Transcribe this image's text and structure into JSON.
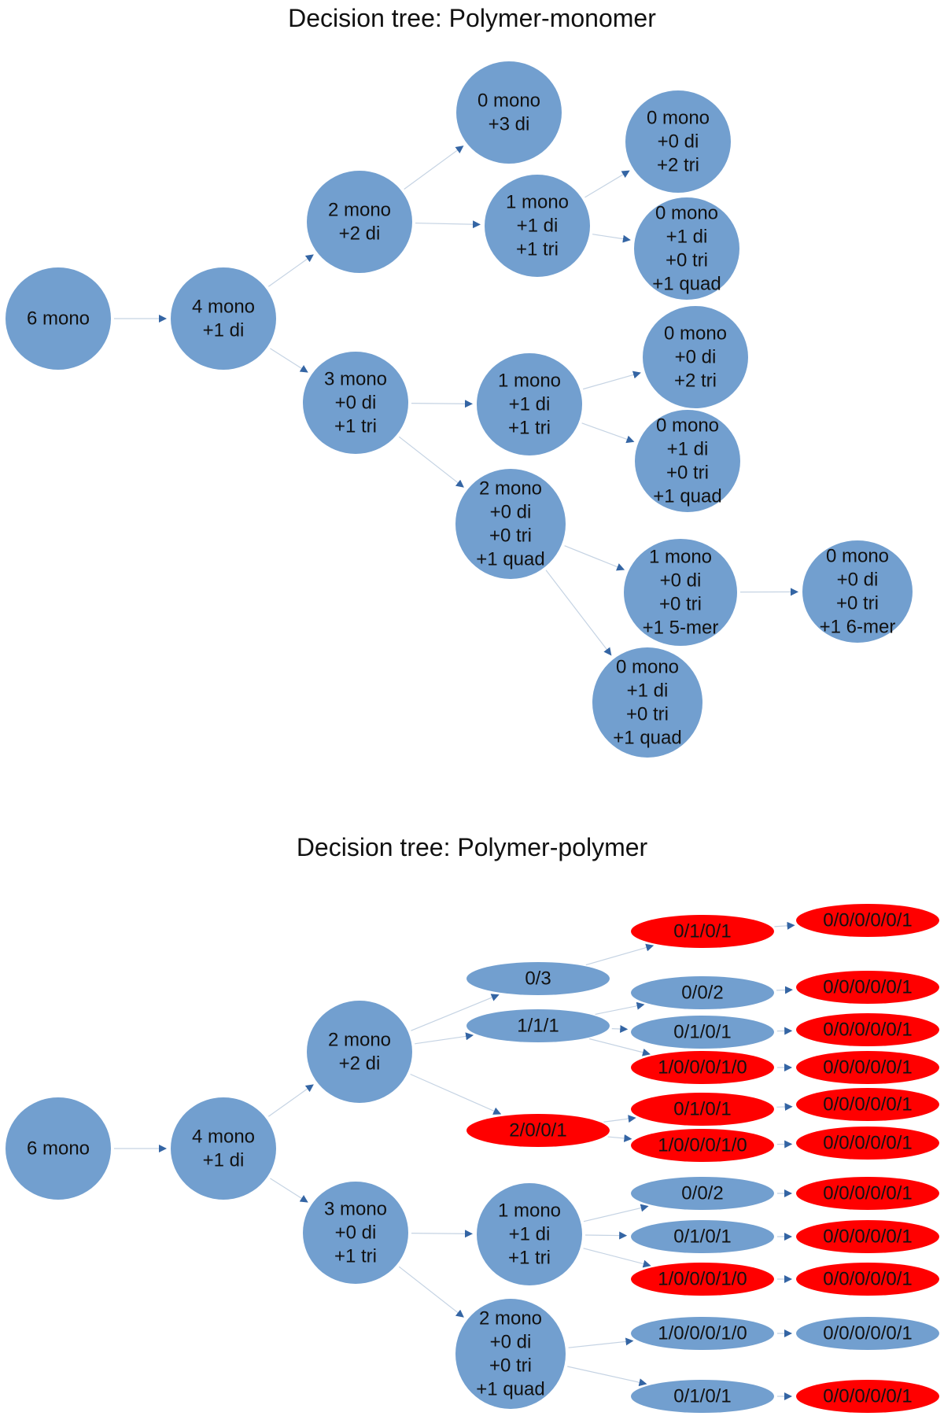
{
  "colors": {
    "node_blue": "#729fcf",
    "node_red": "#ff0000",
    "edge": "#c5d3e3",
    "arrow": "#3465a4",
    "text": "#111111"
  },
  "trees": [
    {
      "title": "Decision tree: Polymer-monomer",
      "nodes": [
        {
          "id": "a1",
          "lines": [
            "6 mono"
          ],
          "color": "blue"
        },
        {
          "id": "a2",
          "lines": [
            "4 mono",
            "+1 di"
          ],
          "color": "blue"
        },
        {
          "id": "a3",
          "lines": [
            "2 mono",
            "+2 di"
          ],
          "color": "blue"
        },
        {
          "id": "a4",
          "lines": [
            "3 mono",
            "+0 di",
            "+1 tri"
          ],
          "color": "blue"
        },
        {
          "id": "a5",
          "lines": [
            "0 mono",
            "+3 di"
          ],
          "color": "blue"
        },
        {
          "id": "a6",
          "lines": [
            "1 mono",
            "+1 di",
            "+1 tri"
          ],
          "color": "blue"
        },
        {
          "id": "a7",
          "lines": [
            "0 mono",
            "+0 di",
            "+2 tri"
          ],
          "color": "blue"
        },
        {
          "id": "a8",
          "lines": [
            "0 mono",
            "+1 di",
            "+0 tri",
            "+1 quad"
          ],
          "color": "blue"
        },
        {
          "id": "a9",
          "lines": [
            "1 mono",
            "+1 di",
            "+1 tri"
          ],
          "color": "blue"
        },
        {
          "id": "a10",
          "lines": [
            "0 mono",
            "+0 di",
            "+2 tri"
          ],
          "color": "blue"
        },
        {
          "id": "a11",
          "lines": [
            "0 mono",
            "+1 di",
            "+0 tri",
            "+1 quad"
          ],
          "color": "blue"
        },
        {
          "id": "a12",
          "lines": [
            "2 mono",
            "+0 di",
            "+0 tri",
            "+1 quad"
          ],
          "color": "blue"
        },
        {
          "id": "a13",
          "lines": [
            "1 mono",
            "+0 di",
            "+0 tri",
            "+1 5-mer"
          ],
          "color": "blue"
        },
        {
          "id": "a14",
          "lines": [
            "0 mono",
            "+0 di",
            "+0 tri",
            "+1 6-mer"
          ],
          "color": "blue"
        },
        {
          "id": "a15",
          "lines": [
            "0 mono",
            "+1 di",
            "+0 tri",
            "+1 quad"
          ],
          "color": "blue"
        }
      ],
      "edges": [
        [
          "a1",
          "a2"
        ],
        [
          "a2",
          "a3"
        ],
        [
          "a2",
          "a4"
        ],
        [
          "a3",
          "a5"
        ],
        [
          "a3",
          "a6"
        ],
        [
          "a6",
          "a7"
        ],
        [
          "a6",
          "a8"
        ],
        [
          "a4",
          "a9"
        ],
        [
          "a4",
          "a12"
        ],
        [
          "a9",
          "a10"
        ],
        [
          "a9",
          "a11"
        ],
        [
          "a12",
          "a13"
        ],
        [
          "a12",
          "a15"
        ],
        [
          "a13",
          "a14"
        ]
      ]
    },
    {
      "title": "Decision tree: Polymer-polymer",
      "nodes": [
        {
          "id": "b1",
          "lines": [
            "6 mono"
          ],
          "color": "blue"
        },
        {
          "id": "b2",
          "lines": [
            "4 mono",
            "+1 di"
          ],
          "color": "blue"
        },
        {
          "id": "b3",
          "lines": [
            "2 mono",
            "+2 di"
          ],
          "color": "blue"
        },
        {
          "id": "b4",
          "lines": [
            "3 mono",
            "+0 di",
            "+1 tri"
          ],
          "color": "blue"
        },
        {
          "id": "b5",
          "lines": [
            "0/3"
          ],
          "color": "blue"
        },
        {
          "id": "b6",
          "lines": [
            "1/1/1"
          ],
          "color": "blue"
        },
        {
          "id": "b7",
          "lines": [
            "2/0/0/1"
          ],
          "color": "red"
        },
        {
          "id": "b8",
          "lines": [
            "0/1/0/1"
          ],
          "color": "red"
        },
        {
          "id": "b9",
          "lines": [
            "0/0/2"
          ],
          "color": "blue"
        },
        {
          "id": "b10",
          "lines": [
            "0/1/0/1"
          ],
          "color": "blue"
        },
        {
          "id": "b11",
          "lines": [
            "1/0/0/0/1/0"
          ],
          "color": "red"
        },
        {
          "id": "b12",
          "lines": [
            "0/1/0/1"
          ],
          "color": "red"
        },
        {
          "id": "b13",
          "lines": [
            "1/0/0/0/1/0"
          ],
          "color": "red"
        },
        {
          "id": "b14",
          "lines": [
            "0/0/0/0/0/1"
          ],
          "color": "red"
        },
        {
          "id": "b15",
          "lines": [
            "0/0/0/0/0/1"
          ],
          "color": "red"
        },
        {
          "id": "b16",
          "lines": [
            "0/0/0/0/0/1"
          ],
          "color": "red"
        },
        {
          "id": "b17",
          "lines": [
            "0/0/0/0/0/1"
          ],
          "color": "red"
        },
        {
          "id": "b18",
          "lines": [
            "0/0/0/0/0/1"
          ],
          "color": "red"
        },
        {
          "id": "b19",
          "lines": [
            "0/0/0/0/0/1"
          ],
          "color": "red"
        },
        {
          "id": "b20",
          "lines": [
            "1 mono",
            "+1 di",
            "+1 tri"
          ],
          "color": "blue"
        },
        {
          "id": "b21",
          "lines": [
            "2 mono",
            "+0 di",
            "+0 tri",
            "+1 quad"
          ],
          "color": "blue"
        },
        {
          "id": "b22",
          "lines": [
            "0/0/2"
          ],
          "color": "blue"
        },
        {
          "id": "b23",
          "lines": [
            "0/1/0/1"
          ],
          "color": "blue"
        },
        {
          "id": "b24",
          "lines": [
            "1/0/0/0/1/0"
          ],
          "color": "red"
        },
        {
          "id": "b25",
          "lines": [
            "0/0/0/0/0/1"
          ],
          "color": "red"
        },
        {
          "id": "b26",
          "lines": [
            "0/0/0/0/0/1"
          ],
          "color": "red"
        },
        {
          "id": "b27",
          "lines": [
            "0/0/0/0/0/1"
          ],
          "color": "red"
        },
        {
          "id": "b28",
          "lines": [
            "1/0/0/0/1/0"
          ],
          "color": "blue"
        },
        {
          "id": "b29",
          "lines": [
            "0/1/0/1"
          ],
          "color": "blue"
        },
        {
          "id": "b30",
          "lines": [
            "0/0/0/0/0/1"
          ],
          "color": "blue"
        },
        {
          "id": "b31",
          "lines": [
            "0/0/0/0/0/1"
          ],
          "color": "red"
        }
      ],
      "edges": [
        [
          "b1",
          "b2"
        ],
        [
          "b2",
          "b3"
        ],
        [
          "b2",
          "b4"
        ],
        [
          "b3",
          "b5"
        ],
        [
          "b3",
          "b6"
        ],
        [
          "b3",
          "b7"
        ],
        [
          "b5",
          "b8"
        ],
        [
          "b6",
          "b9"
        ],
        [
          "b6",
          "b10"
        ],
        [
          "b6",
          "b11"
        ],
        [
          "b7",
          "b12"
        ],
        [
          "b7",
          "b13"
        ],
        [
          "b8",
          "b14"
        ],
        [
          "b9",
          "b15"
        ],
        [
          "b10",
          "b16"
        ],
        [
          "b11",
          "b17"
        ],
        [
          "b12",
          "b18"
        ],
        [
          "b13",
          "b19"
        ],
        [
          "b4",
          "b20"
        ],
        [
          "b4",
          "b21"
        ],
        [
          "b20",
          "b22"
        ],
        [
          "b20",
          "b23"
        ],
        [
          "b20",
          "b24"
        ],
        [
          "b22",
          "b25"
        ],
        [
          "b23",
          "b26"
        ],
        [
          "b24",
          "b27"
        ],
        [
          "b21",
          "b28"
        ],
        [
          "b21",
          "b29"
        ],
        [
          "b28",
          "b30"
        ],
        [
          "b29",
          "b31"
        ]
      ]
    }
  ]
}
